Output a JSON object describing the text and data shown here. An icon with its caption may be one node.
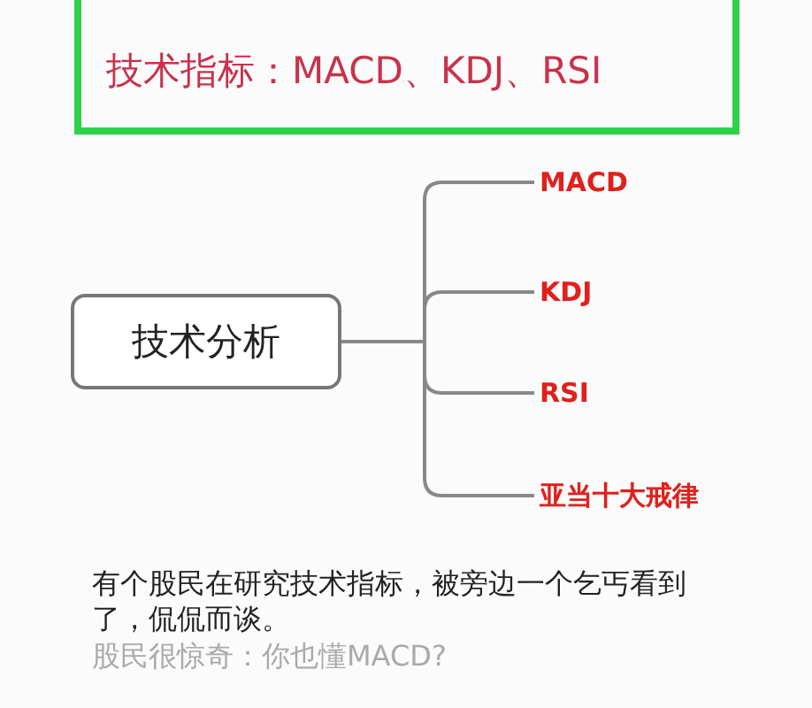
{
  "diagram": {
    "nodes": [
      {
        "text": [
          "技术指标：MACD、KDJ、RSI"
        ]
      },
      {
        "text": [
          "技术分析"
        ]
      },
      {
        "text": [
          "MACD"
        ]
      },
      {
        "text": [
          "KDJ"
        ]
      },
      {
        "text": [
          "RSI"
        ]
      },
      {
        "text": [
          "亚当十大戒律"
        ]
      }
    ],
    "edges": [
      {
        "from": 1,
        "to": 2,
        "arrow": "none"
      },
      {
        "from": 1,
        "to": 3,
        "arrow": "none"
      },
      {
        "from": 1,
        "to": 4,
        "arrow": "none"
      },
      {
        "from": 1,
        "to": 5,
        "arrow": "none"
      }
    ],
    "labels": [
      "有个股民在研究技术指标，被旁边一个乞丐看到了，侃侃而谈。",
      "股民很惊奇：你也懂MACD?"
    ]
  }
}
